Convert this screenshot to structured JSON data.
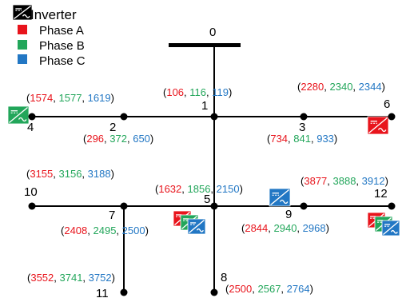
{
  "legend": {
    "inverter": "Inverter",
    "phases": [
      {
        "label": "Phase A",
        "color": "#e8141c"
      },
      {
        "label": "Phase B",
        "color": "#22a65a"
      },
      {
        "label": "Phase C",
        "color": "#2277c4"
      }
    ]
  },
  "colors": {
    "a": "#e8141c",
    "b": "#22a65a",
    "c": "#2277c4",
    "line": "#000000"
  },
  "nodes": [
    {
      "id": "0",
      "name": "0"
    },
    {
      "id": "1",
      "name": "1",
      "a": "106",
      "b": "116",
      "c": "119"
    },
    {
      "id": "2",
      "name": "2",
      "a": "296",
      "b": "372",
      "c": "650"
    },
    {
      "id": "3",
      "name": "3",
      "a": "734",
      "b": "841",
      "c": "933"
    },
    {
      "id": "4",
      "name": "4",
      "a": "1574",
      "b": "1577",
      "c": "1619"
    },
    {
      "id": "5",
      "name": "5",
      "a": "1632",
      "b": "1856",
      "c": "2150"
    },
    {
      "id": "6",
      "name": "6",
      "a": "2280",
      "b": "2340",
      "c": "2344"
    },
    {
      "id": "7",
      "name": "7",
      "a": "2408",
      "b": "2495",
      "c": "2500"
    },
    {
      "id": "8",
      "name": "8",
      "a": "2500",
      "b": "2567",
      "c": "2764"
    },
    {
      "id": "9",
      "name": "9",
      "a": "2844",
      "b": "2940",
      "c": "2968"
    },
    {
      "id": "10",
      "name": "10",
      "a": "3155",
      "b": "3156",
      "c": "3188"
    },
    {
      "id": "11",
      "name": "11",
      "a": "3552",
      "b": "3741",
      "c": "3752"
    },
    {
      "id": "12",
      "name": "12",
      "a": "3877",
      "b": "3888",
      "c": "3912"
    }
  ],
  "edges": [
    [
      "0",
      "1"
    ],
    [
      "1",
      "2"
    ],
    [
      "2",
      "4"
    ],
    [
      "1",
      "3"
    ],
    [
      "3",
      "6"
    ],
    [
      "1",
      "5"
    ],
    [
      "5",
      "7"
    ],
    [
      "7",
      "10"
    ],
    [
      "7",
      "11"
    ],
    [
      "5",
      "8"
    ],
    [
      "5",
      "9"
    ],
    [
      "9",
      "12"
    ]
  ],
  "inverters": [
    {
      "node": "4",
      "phases": [
        "b"
      ]
    },
    {
      "node": "6",
      "phases": [
        "a"
      ]
    },
    {
      "node": "9",
      "phases": [
        "c"
      ]
    },
    {
      "node": "5",
      "phases": [
        "a",
        "b",
        "c"
      ]
    },
    {
      "node": "12",
      "phases": [
        "a",
        "b",
        "c"
      ]
    }
  ]
}
